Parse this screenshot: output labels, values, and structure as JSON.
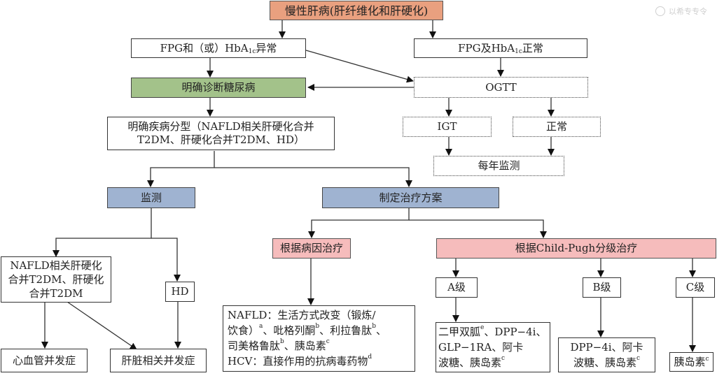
{
  "watermark": {
    "icon": "journal-logo-icon",
    "text": "以希专专令"
  },
  "nodes": {
    "chronic_liver_disease": "慢性肝病(肝纤维化和肝硬化)",
    "fpg_abnormal": {
      "pre": "FPG和（或）HbA",
      "sub": "1c",
      "post": "异常"
    },
    "fpg_normal": {
      "pre": "FPG及HbA",
      "sub": "1c",
      "post": "正常"
    },
    "diabetes_confirmed": "明确诊断糖尿病",
    "ogtt": "OGTT",
    "disease_typing": [
      "明确疾病分型（NAFLD相关肝硬化合并",
      "T2DM、肝硬化合并T2DM、HD）"
    ],
    "igt": "IGT",
    "normal": "正常",
    "annual_monitoring": "每年监测",
    "monitoring": "监测",
    "treatment_plan": "制定治疗方案",
    "cause_treatment": "根据病因治疗",
    "child_pugh_treatment": "根据Child-Pugh分级治疗",
    "nafld_group": [
      "NAFLD相关肝硬化",
      "合并T2DM、肝硬化",
      "合并T2DM"
    ],
    "hd": "HD",
    "grade_a": "A级",
    "grade_b": "B级",
    "grade_c": "C级",
    "cardiovascular": "心血管并发症",
    "liver_complications": "肝脏相关并发症",
    "cause_detail": [
      [
        {
          "t": "NAFLD：生活方式改变（锻炼/"
        }
      ],
      [
        {
          "t": "饮食）"
        },
        {
          "sup": "a"
        },
        {
          "t": "、吡格列酮"
        },
        {
          "sup": "b"
        },
        {
          "t": "、利拉鲁肽"
        },
        {
          "sup": "b"
        },
        {
          "t": "、"
        }
      ],
      [
        {
          "t": "司美格鲁肽"
        },
        {
          "sup": "b"
        },
        {
          "t": "、胰岛素"
        },
        {
          "sup": "c"
        }
      ],
      [
        {
          "t": "HCV：直接作用的抗病毒药物"
        },
        {
          "sup": "d"
        }
      ]
    ],
    "grade_a_detail": [
      [
        {
          "t": "二甲双胍"
        },
        {
          "sup": "e"
        },
        {
          "t": "、DPP−4i、"
        }
      ],
      [
        {
          "t": "GLP−1RA、阿卡"
        }
      ],
      [
        {
          "t": "波糖、胰岛素"
        },
        {
          "sup": "c"
        }
      ]
    ],
    "grade_b_detail": [
      [
        {
          "t": "DPP−4i、阿卡"
        }
      ],
      [
        {
          "t": "波糖、胰岛素"
        },
        {
          "sup": "c"
        }
      ]
    ],
    "grade_c_detail": [
      [
        {
          "t": "胰岛素"
        },
        {
          "sup": "c"
        }
      ]
    ]
  }
}
